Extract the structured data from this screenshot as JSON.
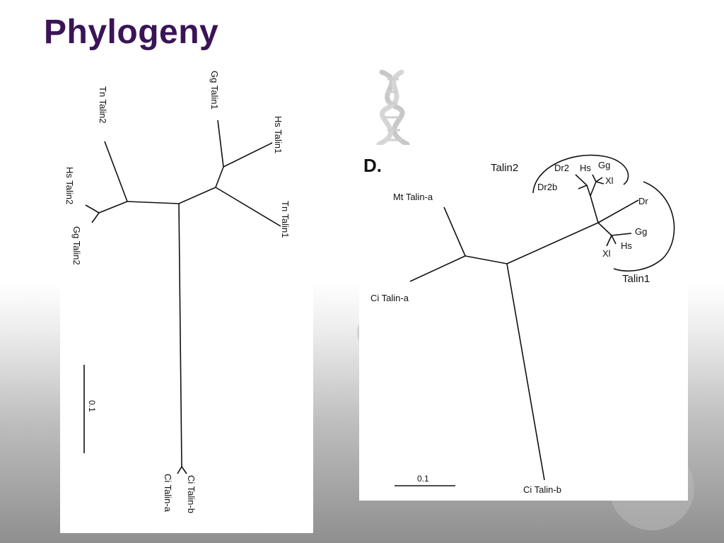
{
  "slide": {
    "title": "Phylogeny"
  },
  "left_tree": {
    "labels": {
      "tn_talin2": "Tn Talin2",
      "gg_talin1": "Gg Talin1",
      "hs_talin1": "Hs Talin1",
      "hs_talin2": "Hs Talin2",
      "gg_talin2": "Gg Talin2",
      "tn_talin1": "Tn Talin1",
      "ci_talin_a": "Ci Talin-a",
      "ci_talin_b": "Ci Talin-b"
    },
    "scale_label": "0.1"
  },
  "right_tree": {
    "panel_label": "D.",
    "labels": {
      "talin2_group": "Talin2",
      "talin1_group": "Talin1",
      "dr2": "Dr2",
      "hs_t2": "Hs",
      "gg_t2": "Gg",
      "xl_t2": "Xl",
      "dr2b": "Dr2b",
      "dr_t1": "Dr",
      "gg_t1": "Gg",
      "hs_t1": "Hs",
      "xl_t1": "Xl",
      "mt_talin_a": "Mt Talin-a",
      "ci_talin_a": "Ci Talin-a",
      "ci_talin_b": "Ci Talin-b"
    },
    "scale_label": "0.1"
  },
  "colors": {
    "title": "#3b1457",
    "branch": "#111111"
  },
  "icons": {
    "decoration": "dna-helix-icon"
  }
}
